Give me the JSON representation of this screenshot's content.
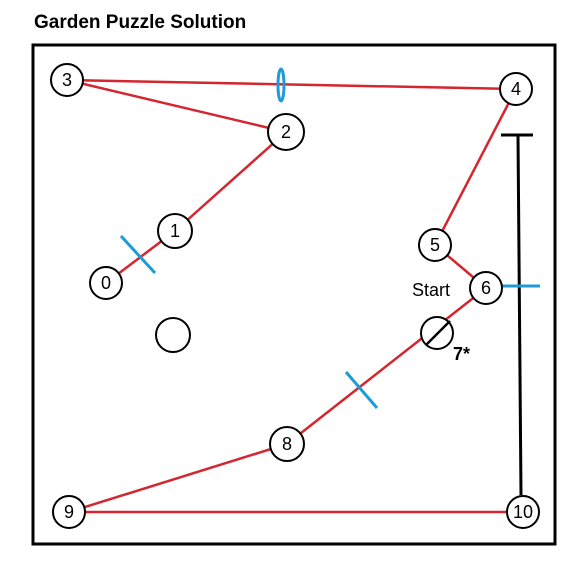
{
  "title": "Garden Puzzle Solution",
  "colors": {
    "path": "#d3262e",
    "marker": "#1e9ad6",
    "border": "#000000",
    "wall": "#000000"
  },
  "nodes": [
    {
      "id": "n0",
      "label": "0"
    },
    {
      "id": "n1",
      "label": "1"
    },
    {
      "id": "n2",
      "label": "2"
    },
    {
      "id": "n3",
      "label": "3"
    },
    {
      "id": "n4",
      "label": "4"
    },
    {
      "id": "n5",
      "label": "5"
    },
    {
      "id": "n6",
      "label": "6"
    },
    {
      "id": "n7",
      "label": ""
    },
    {
      "id": "n8",
      "label": "8"
    },
    {
      "id": "n9",
      "label": "9"
    },
    {
      "id": "n10",
      "label": "10"
    },
    {
      "id": "empty",
      "label": ""
    }
  ],
  "notes": {
    "start": "Start",
    "seven": "7*"
  }
}
